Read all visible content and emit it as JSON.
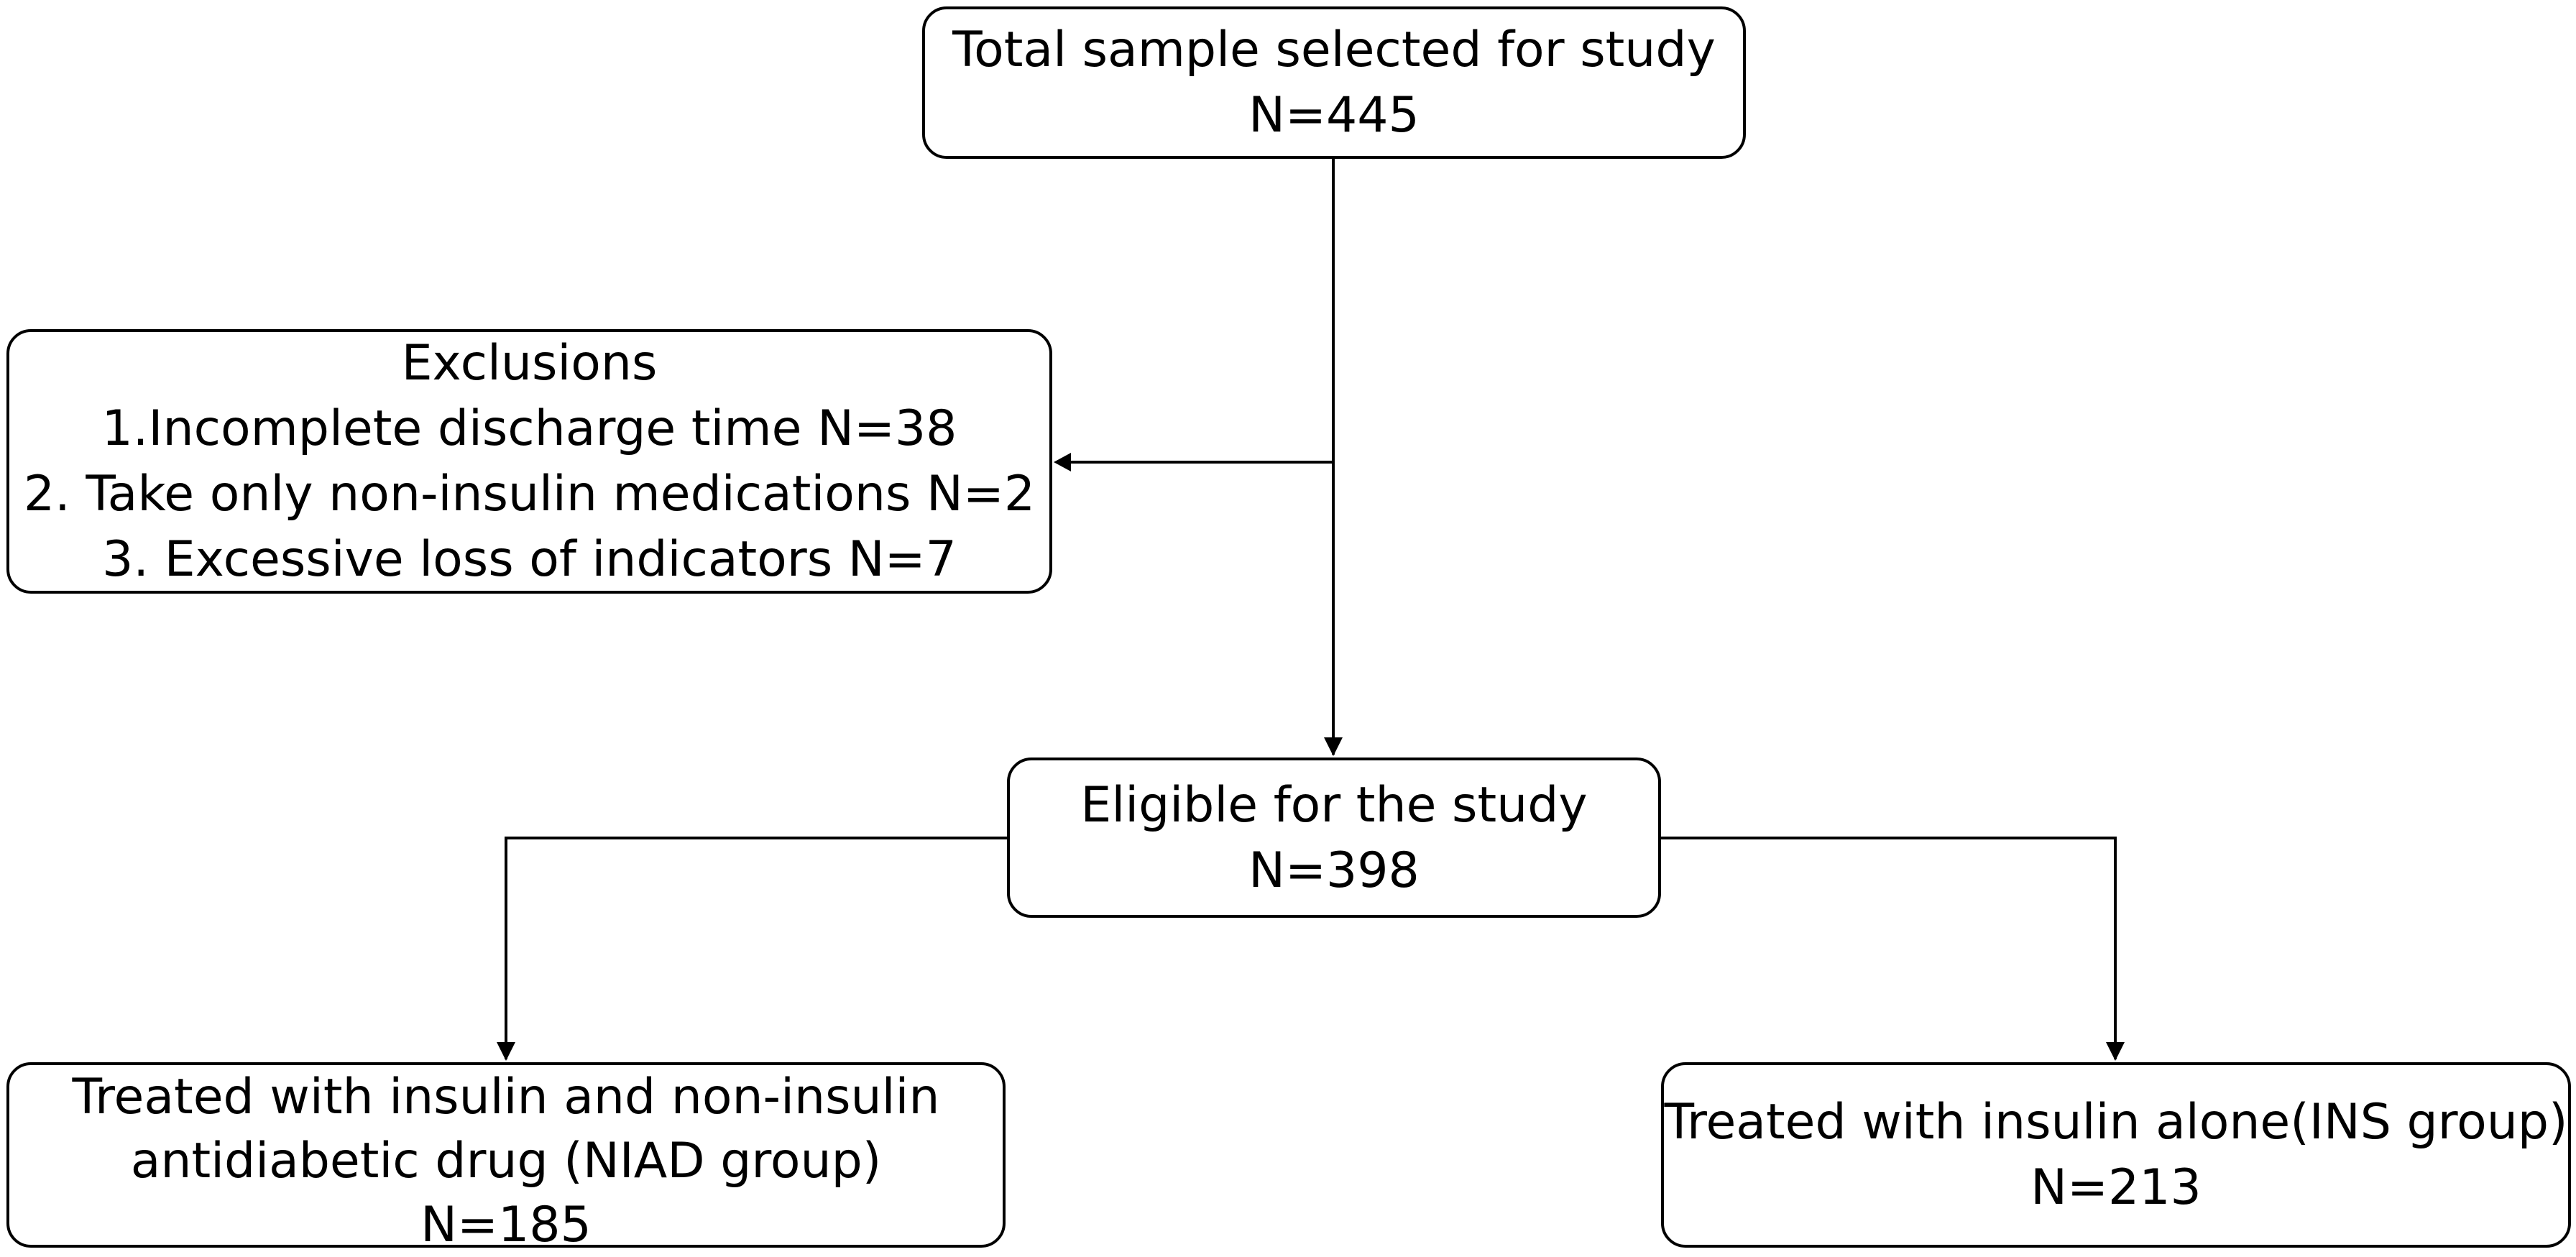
{
  "flowchart": {
    "total": {
      "title": "Total sample selected for study",
      "n": "N=445"
    },
    "exclusions": {
      "title": "Exclusions",
      "items": [
        "1.Incomplete discharge time N=38",
        "2. Take only non-insulin medications N=2",
        "3. Excessive loss of indicators N=7"
      ]
    },
    "eligible": {
      "title": "Eligible for the study",
      "n": "N=398"
    },
    "niad": {
      "line1": "Treated with insulin and non-insulin",
      "line2": "antidiabetic drug (NIAD group)",
      "n": "N=185"
    },
    "ins": {
      "title": "Treated with insulin alone(INS group)",
      "n": "N=213"
    }
  }
}
